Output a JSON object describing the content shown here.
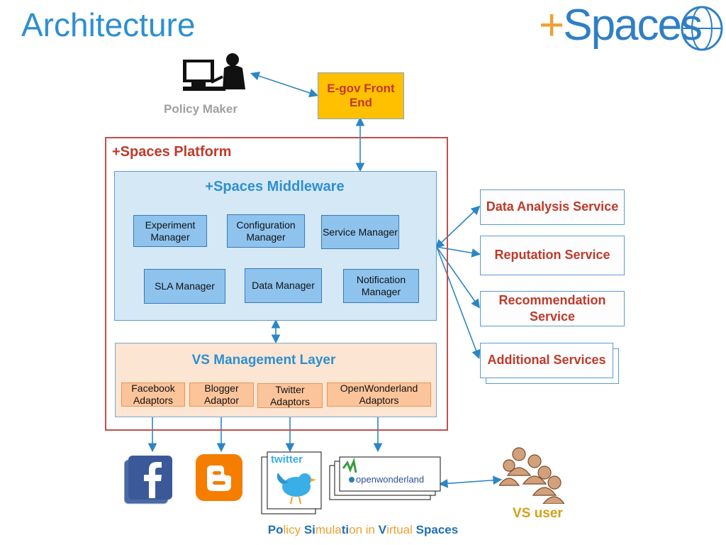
{
  "title": "Architecture",
  "logo": {
    "plus": "+",
    "text": "Spaces"
  },
  "policy_maker": "Policy Maker",
  "egov": "E-gov Front End",
  "platform_title": "+Spaces Platform",
  "middleware": {
    "title": "+Spaces Middleware",
    "components": [
      "Experiment Manager",
      "Configuration Manager",
      "Service Manager",
      "SLA Manager",
      "Data Manager",
      "Notification Manager"
    ]
  },
  "vs_layer": {
    "title": "VS Management Layer",
    "adaptors": [
      "Facebook Adaptors",
      "Blogger Adaptor",
      "Twitter Adaptors",
      "OpenWonderland Adaptors"
    ]
  },
  "services": [
    "Data Analysis Service",
    "Reputation Service",
    "Recommendation Service",
    "Additional Services"
  ],
  "logos": {
    "twitter": "twitter",
    "openwonderland": "openwonderland"
  },
  "vs_user": "VS user",
  "footer": {
    "p1": "Po",
    "p2": "licy ",
    "s1": "Si",
    "s2": "mula",
    "s3": "ti",
    "s4": "on in ",
    "v1": "V",
    "v2": "irtual ",
    "sp": "Spaces"
  },
  "colors": {
    "accent": "#2e8fd0",
    "platform_border": "#c0504d",
    "egov_fill": "#ffc000",
    "service_text": "#c0392b"
  }
}
